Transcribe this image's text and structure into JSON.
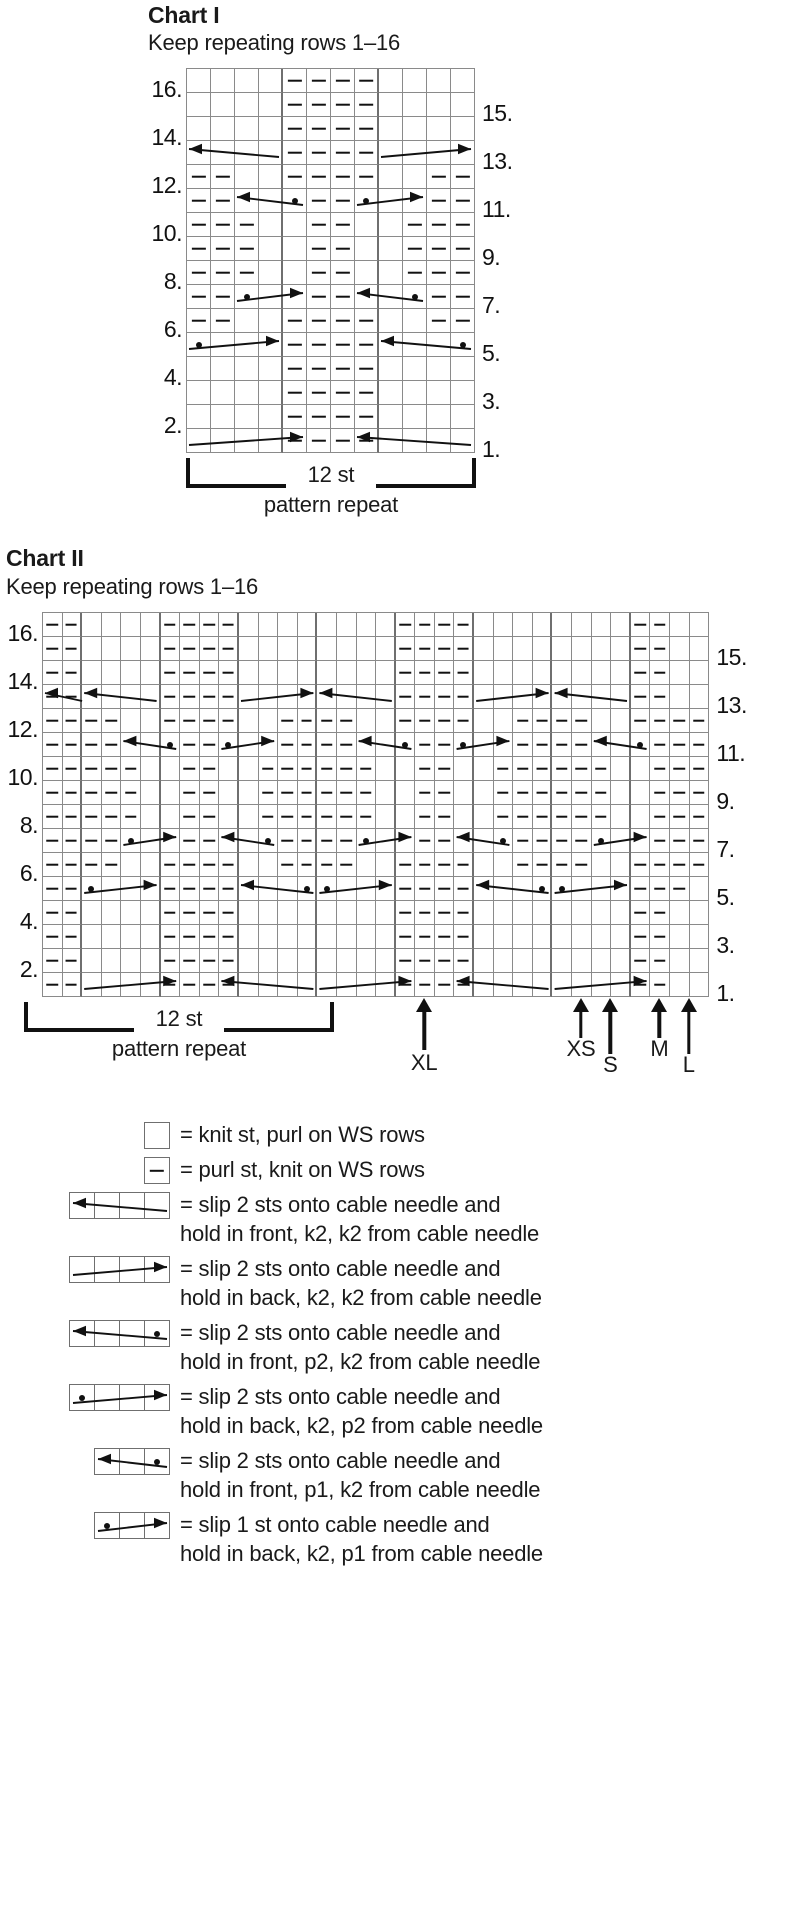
{
  "charts": [
    {
      "id": "chart-1",
      "title": "Chart I",
      "subtitle": "Keep repeating rows 1–16",
      "cols": 12,
      "rows": 16,
      "left_row_numbers": [
        "16.",
        "14.",
        "12.",
        "10.",
        "8.",
        "6.",
        "4.",
        "2."
      ],
      "right_row_numbers": [
        "15.",
        "13.",
        "11.",
        "9.",
        "7.",
        "5.",
        "3.",
        "1."
      ],
      "repeat_label_line1": "12 st",
      "repeat_label_line2": "pattern repeat",
      "repeat_stitches": 12
    },
    {
      "id": "chart-2",
      "title": "Chart II",
      "subtitle": "Keep repeating rows 1–16",
      "cols": 34,
      "rows": 16,
      "left_row_numbers": [
        "16.",
        "14.",
        "12.",
        "10.",
        "8.",
        "6.",
        "4.",
        "2."
      ],
      "right_row_numbers": [
        "15.",
        "13.",
        "11.",
        "9.",
        "7.",
        "5.",
        "3.",
        "1."
      ],
      "repeat_label_line1": "12 st",
      "repeat_label_line2": "pattern repeat",
      "repeat_stitches": 12,
      "size_markers": [
        {
          "label": "XL",
          "col": 19
        },
        {
          "label": "XS",
          "col": 27
        },
        {
          "label": "S",
          "col": 28.5
        },
        {
          "label": "M",
          "col": 31
        },
        {
          "label": "L",
          "col": 32.5
        }
      ]
    }
  ],
  "legend": {
    "items": [
      {
        "symbol": "knit-stitch",
        "text": "= knit st, purl on WS rows"
      },
      {
        "symbol": "purl-stitch",
        "text": "= purl st, knit on WS rows"
      },
      {
        "symbol": "cable-4-front-left",
        "text": "= slip 2 sts onto cable needle and\nhold in front, k2, k2 from cable needle"
      },
      {
        "symbol": "cable-4-back-right",
        "text": "= slip 2 sts onto cable needle and\nhold in back, k2, k2 from cable needle"
      },
      {
        "symbol": "cable-p2-front-left",
        "text": "= slip 2 sts onto cable needle and\nhold in front, p2, k2 from cable needle"
      },
      {
        "symbol": "cable-p2-back-right",
        "text": "= slip 2 sts onto cable needle and\nhold in back, k2, p2 from cable needle"
      },
      {
        "symbol": "cable-p1-front-left",
        "text": "= slip 2 sts onto cable needle and\nhold in front, p1, k2 from cable needle"
      },
      {
        "symbol": "cable-p1-back-right",
        "text": "= slip 1 st onto cable needle and\nhold in back, k2, p1 from cable needle"
      }
    ]
  },
  "colors": {
    "ink": "#111111",
    "gridline": "#8a8a8a",
    "gridline_heavy": "#6f6f6f",
    "background": "#ffffff"
  },
  "chart_data": {
    "type": "table",
    "title": "Knitting cable charts",
    "symbol_key": {
      "k": "knit st (empty cell)",
      "p": "purl st (dash)",
      "d": "purl dot inside cable",
      "c": "cable cell (arrow overlay)"
    },
    "chart_1_grid": [
      [
        "k",
        "k",
        "k",
        "k",
        "p",
        "p",
        "p",
        "p",
        "k",
        "k",
        "k",
        "k"
      ],
      [
        "k",
        "k",
        "k",
        "k",
        "p",
        "p",
        "p",
        "p",
        "k",
        "k",
        "k",
        "k"
      ],
      [
        "k",
        "k",
        "k",
        "k",
        "p",
        "p",
        "p",
        "p",
        "k",
        "k",
        "k",
        "k"
      ],
      [
        "c",
        "c",
        "c",
        "c",
        "p",
        "p",
        "p",
        "p",
        "c",
        "c",
        "c",
        "c"
      ],
      [
        "p",
        "p",
        "k",
        "k",
        "p",
        "p",
        "p",
        "p",
        "k",
        "k",
        "p",
        "p"
      ],
      [
        "p",
        "p",
        "c",
        "c",
        "d",
        "p",
        "p",
        "d",
        "c",
        "c",
        "p",
        "p"
      ],
      [
        "p",
        "p",
        "p",
        "k",
        "k",
        "p",
        "p",
        "k",
        "k",
        "p",
        "p",
        "p"
      ],
      [
        "p",
        "p",
        "p",
        "k",
        "k",
        "p",
        "p",
        "k",
        "k",
        "p",
        "p",
        "p"
      ],
      [
        "p",
        "p",
        "p",
        "k",
        "k",
        "p",
        "p",
        "k",
        "k",
        "p",
        "p",
        "p"
      ],
      [
        "p",
        "p",
        "d",
        "c",
        "c",
        "p",
        "p",
        "c",
        "c",
        "d",
        "p",
        "p"
      ],
      [
        "p",
        "p",
        "k",
        "k",
        "p",
        "p",
        "p",
        "p",
        "k",
        "k",
        "p",
        "p"
      ],
      [
        "d",
        "c",
        "c",
        "c",
        "p",
        "p",
        "p",
        "p",
        "c",
        "c",
        "c",
        "d"
      ],
      [
        "k",
        "k",
        "k",
        "k",
        "p",
        "p",
        "p",
        "p",
        "k",
        "k",
        "k",
        "k"
      ],
      [
        "k",
        "k",
        "k",
        "k",
        "p",
        "p",
        "p",
        "p",
        "k",
        "k",
        "k",
        "k"
      ],
      [
        "k",
        "k",
        "k",
        "k",
        "p",
        "p",
        "p",
        "p",
        "k",
        "k",
        "k",
        "k"
      ],
      [
        "c",
        "c",
        "c",
        "c",
        "p",
        "p",
        "p",
        "p",
        "c",
        "c",
        "c",
        "c"
      ]
    ]
  }
}
